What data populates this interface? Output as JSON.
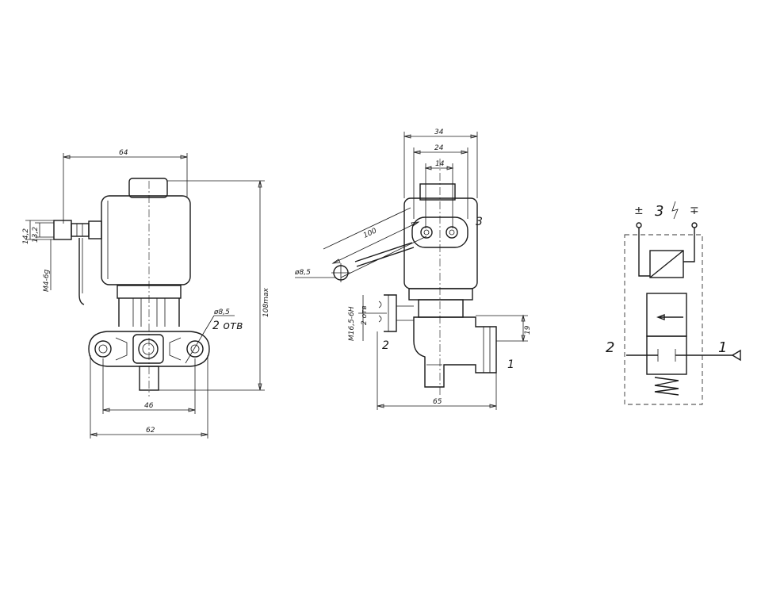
{
  "view_left": {
    "dim_width_top": "64",
    "dim_14_2": "14,2",
    "dim_13_2": "13,2",
    "thread_label": "M4-6g",
    "dim_hole_dia": "ø8,5",
    "holes_note": "2 отв",
    "dim_height": "108max",
    "dim_46": "46",
    "dim_62": "62"
  },
  "view_middle": {
    "dim_34": "34",
    "dim_24": "24",
    "dim_14": "14",
    "dim_100": "100",
    "dim_dia": "ø8,5",
    "thread_label": "M16,5-6H",
    "holes_note": "2 отв",
    "dim_19": "19",
    "dim_65": "65",
    "port_3": "3",
    "port_2": "2",
    "port_1": "1"
  },
  "schematic": {
    "plus_minus": "±",
    "minus_plus": "∓",
    "port_3": "3",
    "port_2": "2",
    "port_1": "1"
  }
}
